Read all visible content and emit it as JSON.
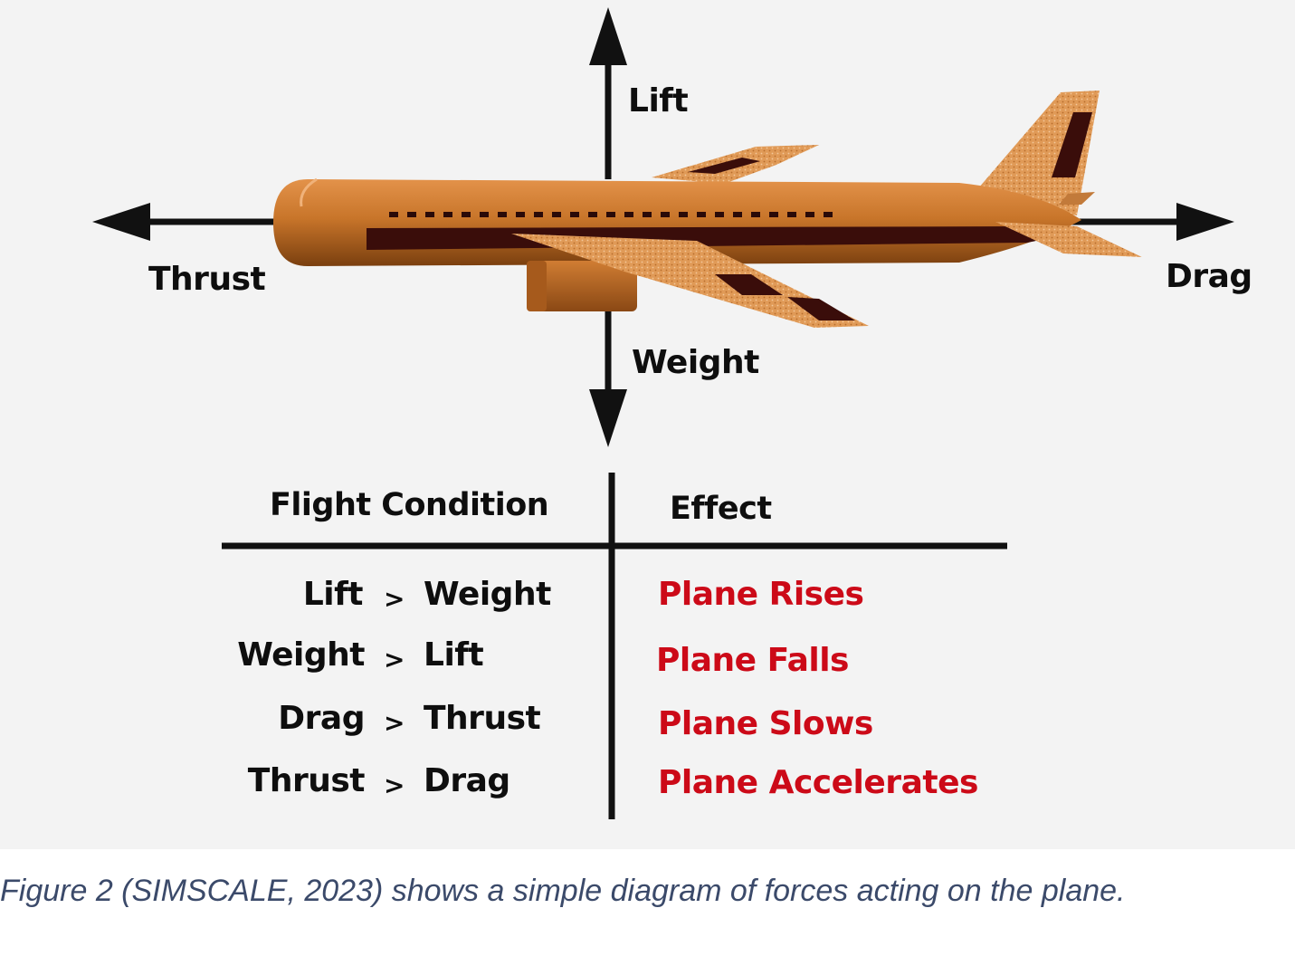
{
  "forces": {
    "lift": "Lift",
    "weight": "Weight",
    "thrust": "Thrust",
    "drag": "Drag"
  },
  "table": {
    "header_condition": "Flight Condition",
    "header_effect": "Effect",
    "rows": [
      {
        "left": "Lift",
        "op": ">",
        "right": "Weight",
        "effect": "Plane Rises"
      },
      {
        "left": "Weight",
        "op": ">",
        "right": "Lift",
        "effect": "Plane Falls"
      },
      {
        "left": "Drag",
        "op": ">",
        "right": "Thrust",
        "effect": "Plane Slows"
      },
      {
        "left": "Thrust",
        "op": ">",
        "right": "Drag",
        "effect": "Plane Accelerates"
      }
    ]
  },
  "caption": "Figure 2 (SIMSCALE, 2023) shows a simple diagram of forces acting on the plane.",
  "colors": {
    "effect_text": "#cc0a18",
    "fuselage": "#c8752a",
    "wing": "#e09a57",
    "caption": "#3b4a6a"
  }
}
